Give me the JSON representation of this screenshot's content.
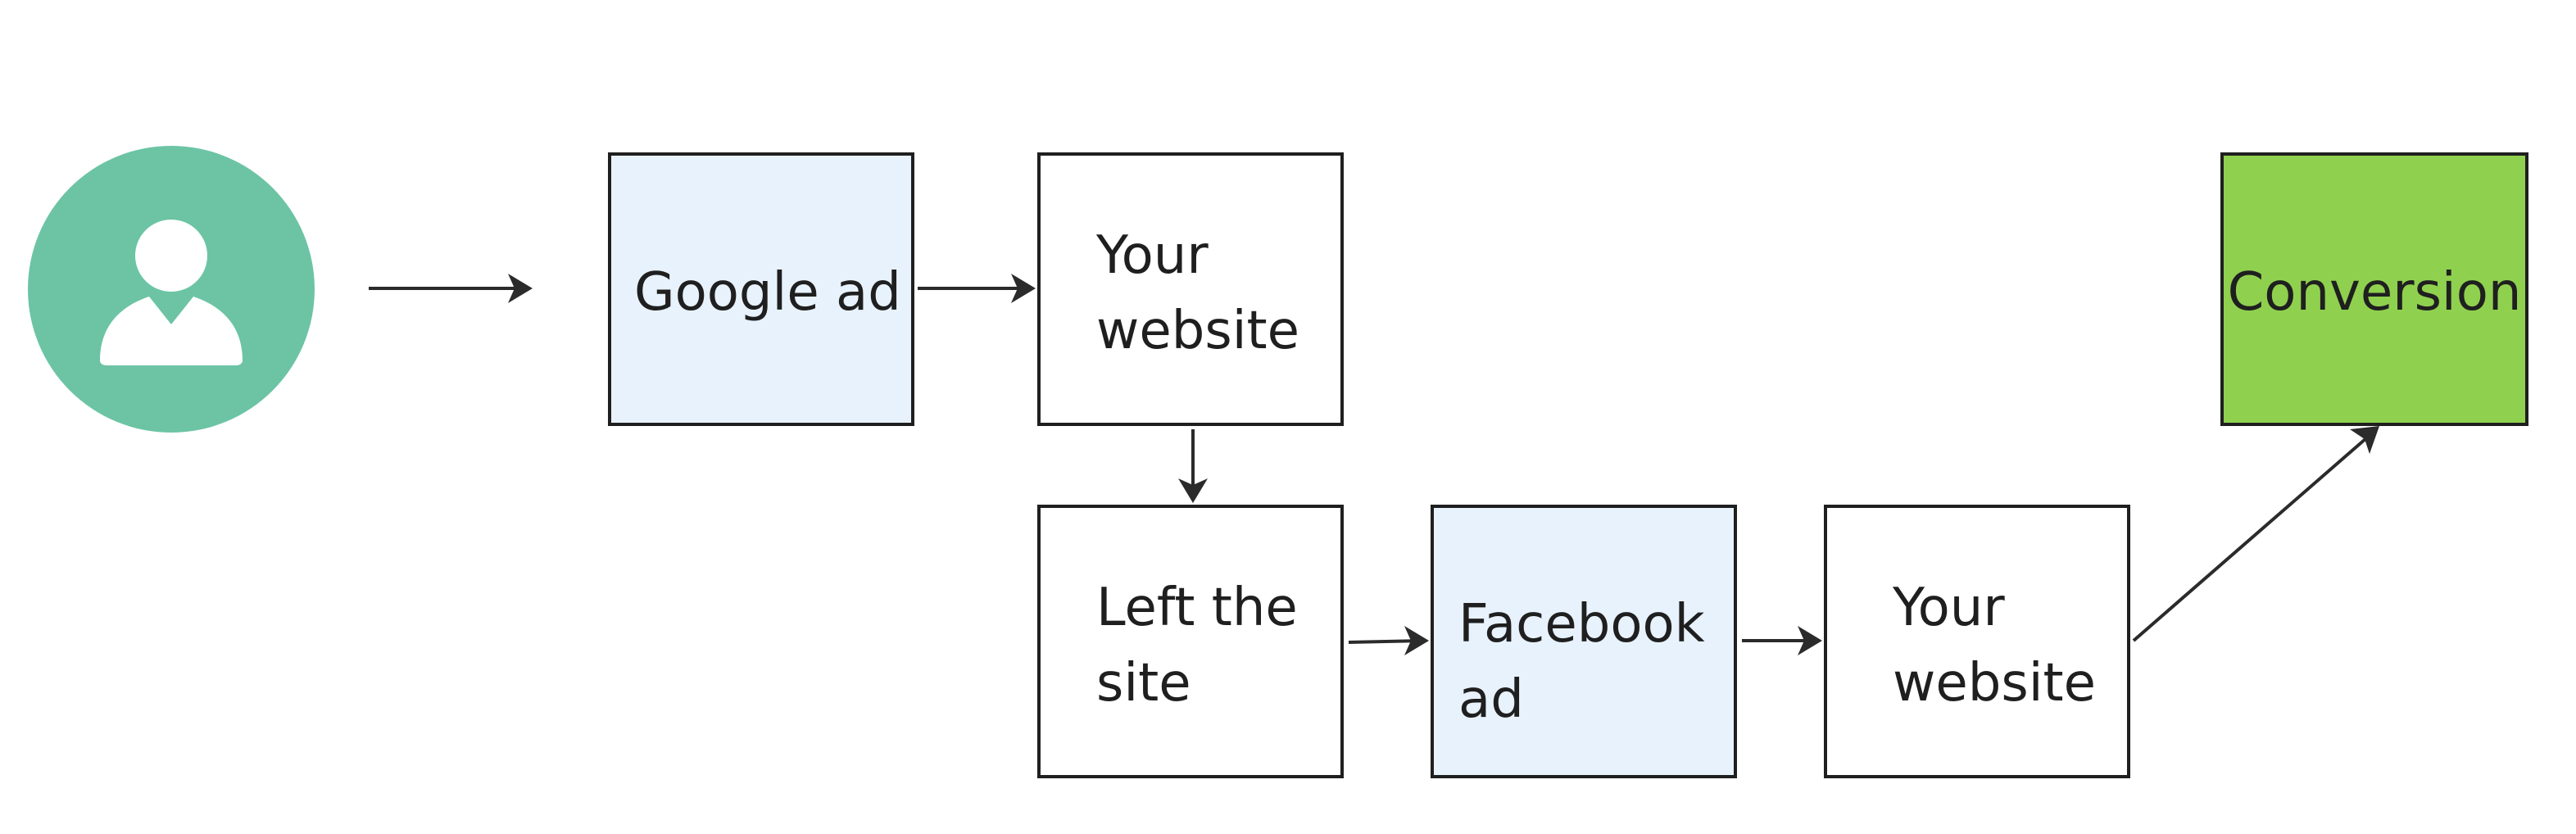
{
  "diagram": {
    "nodes": {
      "google_ad": {
        "label": "Google ad",
        "fill": "#e7f2fd"
      },
      "website_1": {
        "label_line1": "Your",
        "label_line2": "website",
        "fill": "#ffffff"
      },
      "left_site": {
        "label_line1": "Left the",
        "label_line2": "site",
        "fill": "#ffffff"
      },
      "facebook_ad": {
        "label_line1": "Facebook",
        "label_line2": "ad",
        "fill": "#e7f2fd"
      },
      "website_2": {
        "label_line1": "Your",
        "label_line2": "website",
        "fill": "#ffffff"
      },
      "conversion": {
        "label": "Conversion",
        "fill": "#8fd14f"
      }
    },
    "user": {
      "icon": "user-icon",
      "fill": "#6cc4a5"
    },
    "edges": [
      {
        "from": "user",
        "to": "google_ad"
      },
      {
        "from": "google_ad",
        "to": "website_1"
      },
      {
        "from": "website_1",
        "to": "left_site"
      },
      {
        "from": "left_site",
        "to": "facebook_ad"
      },
      {
        "from": "facebook_ad",
        "to": "website_2"
      },
      {
        "from": "website_2",
        "to": "conversion"
      }
    ],
    "colors": {
      "border": "#1f1f1f",
      "arrow": "#2b2b2b",
      "text": "#1f1f1f"
    }
  }
}
